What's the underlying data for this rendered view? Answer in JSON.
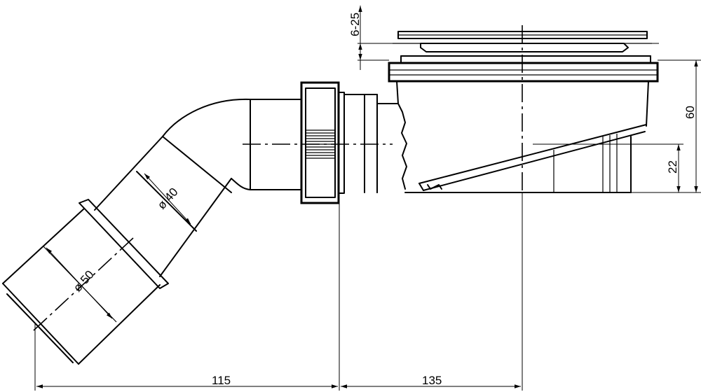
{
  "labels": {
    "pipe_diameter_small": "ø 40",
    "pipe_diameter_large": "ø 50",
    "height_adjust": "6-25",
    "total_height": "60",
    "outlet_height": "22",
    "horizontal_left": "115",
    "horizontal_right": "135"
  }
}
